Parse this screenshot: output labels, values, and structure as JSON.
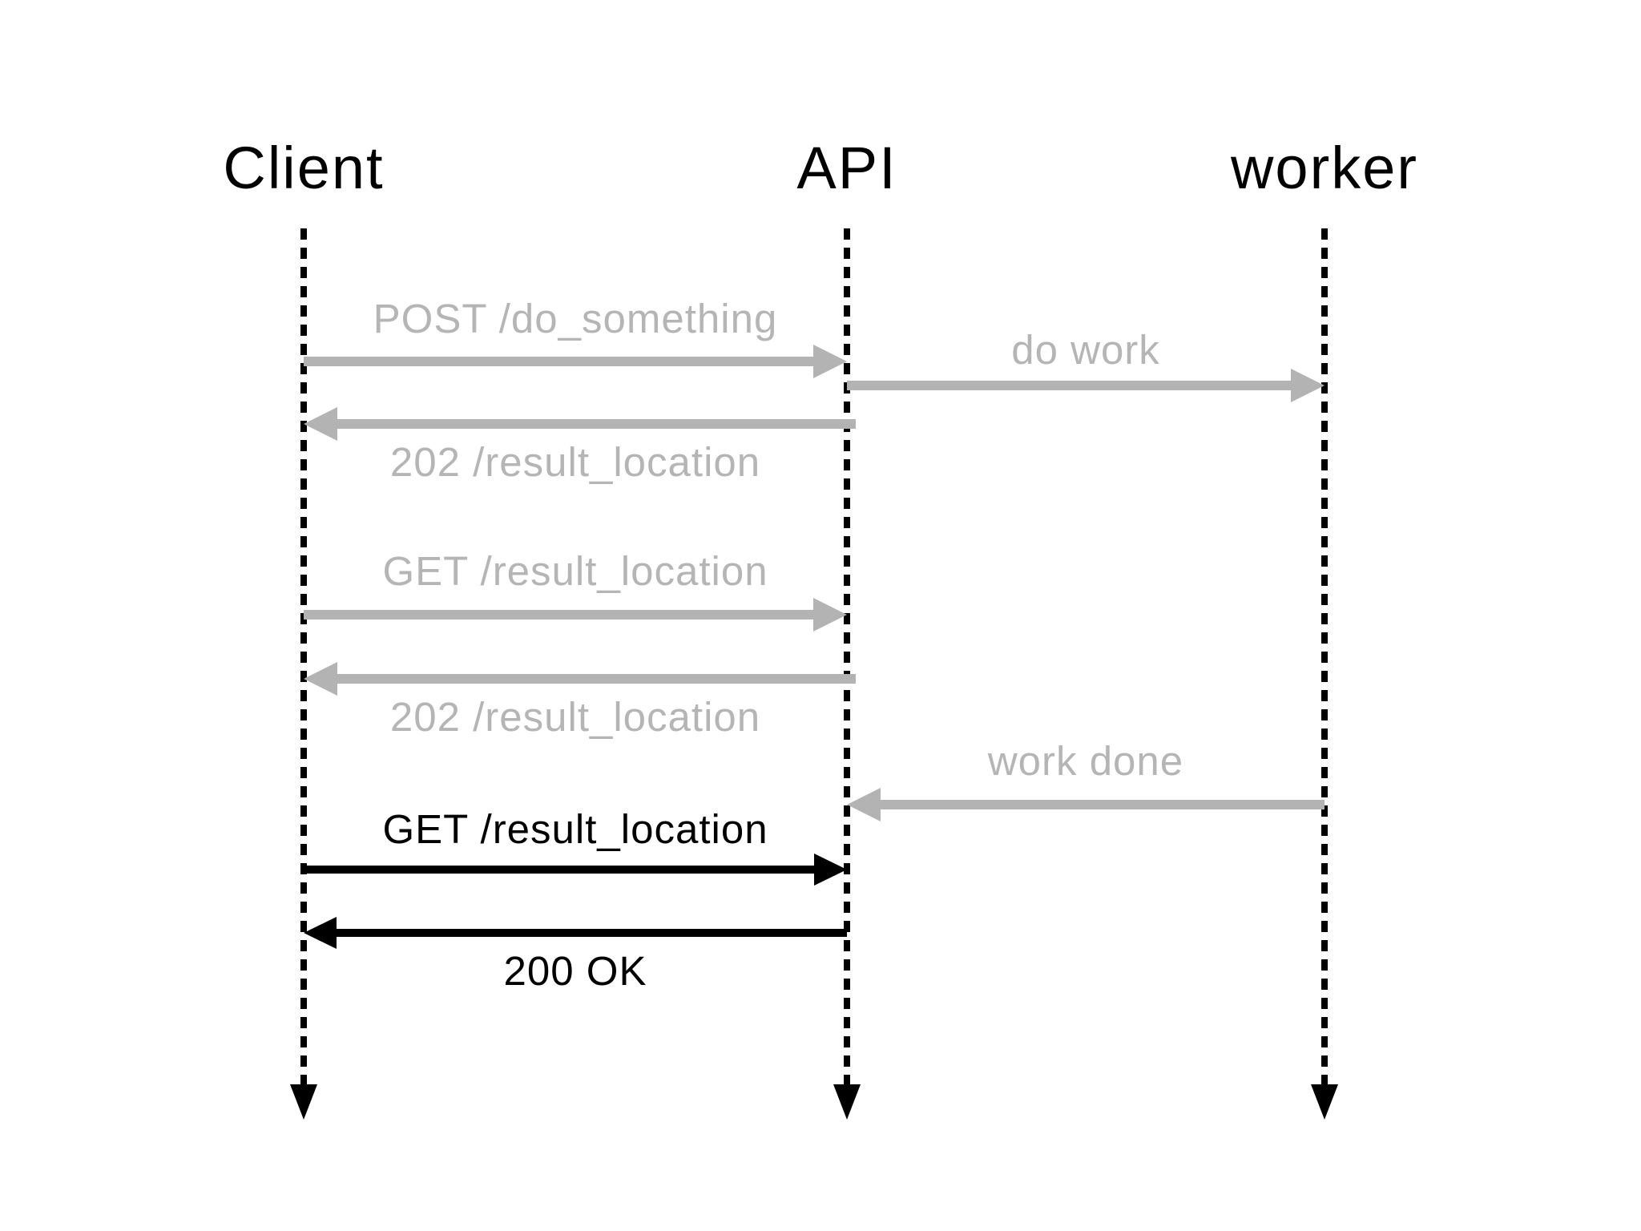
{
  "diagram": {
    "type": "sequence-diagram",
    "background": "#ffffff",
    "colors": {
      "muted_text": "#b5b5b5",
      "muted_arrow": "#b3b3b3",
      "active_text": "#000000",
      "active_arrow": "#000000",
      "lifeline": "#000000"
    },
    "actors": [
      {
        "id": "client",
        "label": "Client"
      },
      {
        "id": "api",
        "label": "API"
      },
      {
        "id": "worker",
        "label": "worker"
      }
    ],
    "messages": [
      {
        "label": "POST /do_something",
        "from": "client",
        "to": "api",
        "state": "past",
        "label_position": "above"
      },
      {
        "label": "do work",
        "from": "api",
        "to": "worker",
        "state": "past",
        "label_position": "above"
      },
      {
        "label": "202 /result_location",
        "from": "api",
        "to": "client",
        "state": "past",
        "label_position": "below"
      },
      {
        "label": "GET /result_location",
        "from": "client",
        "to": "api",
        "state": "past",
        "label_position": "above"
      },
      {
        "label": "202 /result_location",
        "from": "api",
        "to": "client",
        "state": "past",
        "label_position": "below"
      },
      {
        "label": "work done",
        "from": "worker",
        "to": "api",
        "state": "past",
        "label_position": "above"
      },
      {
        "label": "GET /result_location",
        "from": "client",
        "to": "api",
        "state": "active",
        "label_position": "above"
      },
      {
        "label": "200 OK",
        "from": "api",
        "to": "client",
        "state": "active",
        "label_position": "below"
      }
    ]
  }
}
